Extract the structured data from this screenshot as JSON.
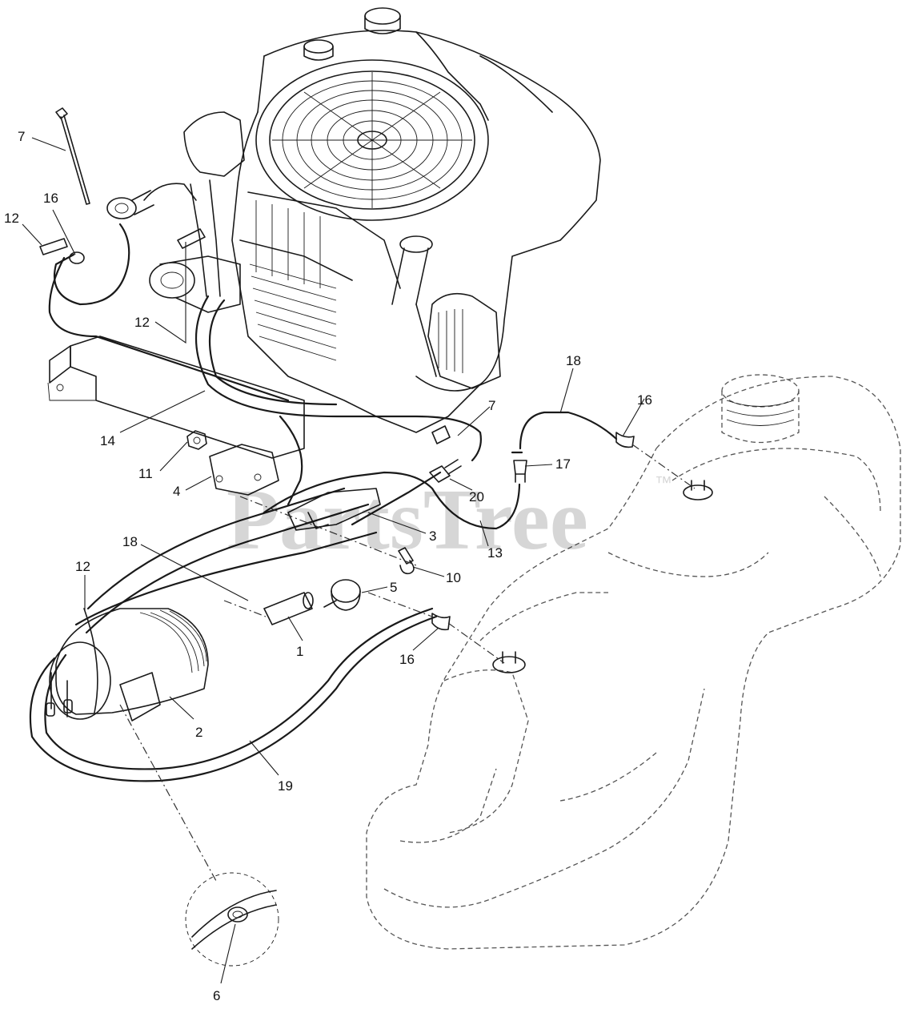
{
  "watermark": {
    "text": "PartsTree",
    "trademark": "™"
  },
  "callouts": [
    {
      "id": "c-7a",
      "label": "7"
    },
    {
      "id": "c-16a",
      "label": "16"
    },
    {
      "id": "c-12a",
      "label": "12"
    },
    {
      "id": "c-12b",
      "label": "12"
    },
    {
      "id": "c-14",
      "label": "14"
    },
    {
      "id": "c-11",
      "label": "11"
    },
    {
      "id": "c-4",
      "label": "4"
    },
    {
      "id": "c-18a",
      "label": "18"
    },
    {
      "id": "c-16b",
      "label": "16"
    },
    {
      "id": "c-7b",
      "label": "7"
    },
    {
      "id": "c-17",
      "label": "17"
    },
    {
      "id": "c-20",
      "label": "20"
    },
    {
      "id": "c-3",
      "label": "3"
    },
    {
      "id": "c-13",
      "label": "13"
    },
    {
      "id": "c-10",
      "label": "10"
    },
    {
      "id": "c-18b",
      "label": "18"
    },
    {
      "id": "c-12c",
      "label": "12"
    },
    {
      "id": "c-5",
      "label": "5"
    },
    {
      "id": "c-1",
      "label": "1"
    },
    {
      "id": "c-16c",
      "label": "16"
    },
    {
      "id": "c-2",
      "label": "2"
    },
    {
      "id": "c-19",
      "label": "19"
    },
    {
      "id": "c-6",
      "label": "6"
    }
  ]
}
